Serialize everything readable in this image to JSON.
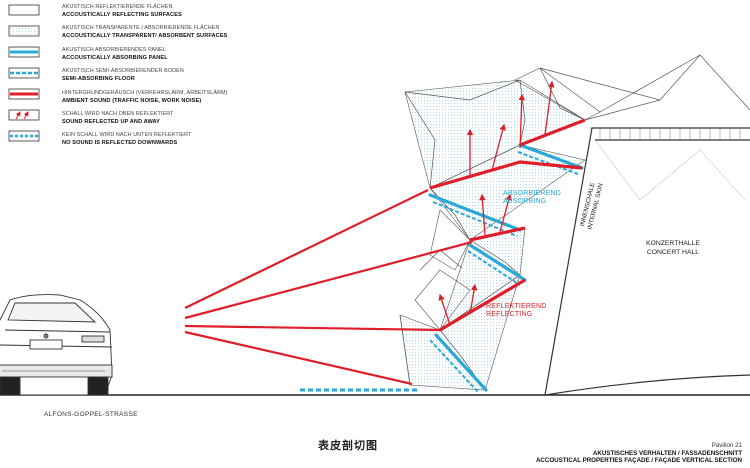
{
  "legend": [
    {
      "symbol": "reflecting-surface",
      "line1": "AKUSTISCH REFLEKTIERENDE FLÄCHEN",
      "line2": "ACCOUSTICALLY REFLECTING SURFACES"
    },
    {
      "symbol": "transparent-surface",
      "line1": "AKUSTISCH TRANSPARENTE / ABSORBIERENDE FLÄCHEN",
      "line2": "ACCOUSTICALLY TRANSPARENT/ ABSORBENT SURFACES"
    },
    {
      "symbol": "absorbing-panel",
      "line1": "AKUSTISCH ABSORBIERENDES PANEL",
      "line2": "ACCOUSTICALLY ABSORBING PANEL"
    },
    {
      "symbol": "semi-absorbing-floor",
      "line1": "AKUSTISCH SEMI-ABSORBIERENDER BODEN",
      "line2": "SEMI-ABSORBING FLOOR"
    },
    {
      "symbol": "ambient-sound",
      "line1": "HINTERGRUNDGERÄUSCH (VERKEHRSLÄRM, ARBEITSLÄRM)",
      "line2": "AMBIENT SOUND (TRAFFIC NOISE, WORK NOISE)"
    },
    {
      "symbol": "sound-reflected-up",
      "line1": "SCHALL WIRD NACH OBEN REFLEKTIERT",
      "line2": "SOUND REFLECTED UP AND AWAY"
    },
    {
      "symbol": "no-sound-down",
      "line1": "KEIN SCHALL WIRD NACH UNTEN REFLEKTIERT",
      "line2": "NO SOUND IS REFLECTED DOWNWARDS"
    }
  ],
  "labels": {
    "absorbing_de": "ABSORBIEREND",
    "absorbing_en": "ABSORBING",
    "reflecting_de": "REFLEKTIEREND",
    "reflecting_en": "REFLECTING",
    "skin_de": "INNENSCHALE",
    "skin_en": "INTERNAL SKIN",
    "hall_de": "KONZERTHALLE",
    "hall_en": "CONCERT HALL",
    "street": "ALFONS-GOPPEL-STRASSE",
    "drawing_title": "表皮剖切图"
  },
  "footer": {
    "project": "Pavilion 21",
    "title_de": "AKUSTISCHES VERHALTEN / FASSADENSCHNITT",
    "title_en": "ACCOUSTICAL PROPERTIES FAÇADE / FAÇADE VERTICAL SECTION"
  },
  "colors": {
    "absorbing_blue": "#2aa8d8",
    "sound_red": "#e01e2a",
    "line_grey": "#555555",
    "hatch_blue": "#9ccfe6"
  }
}
